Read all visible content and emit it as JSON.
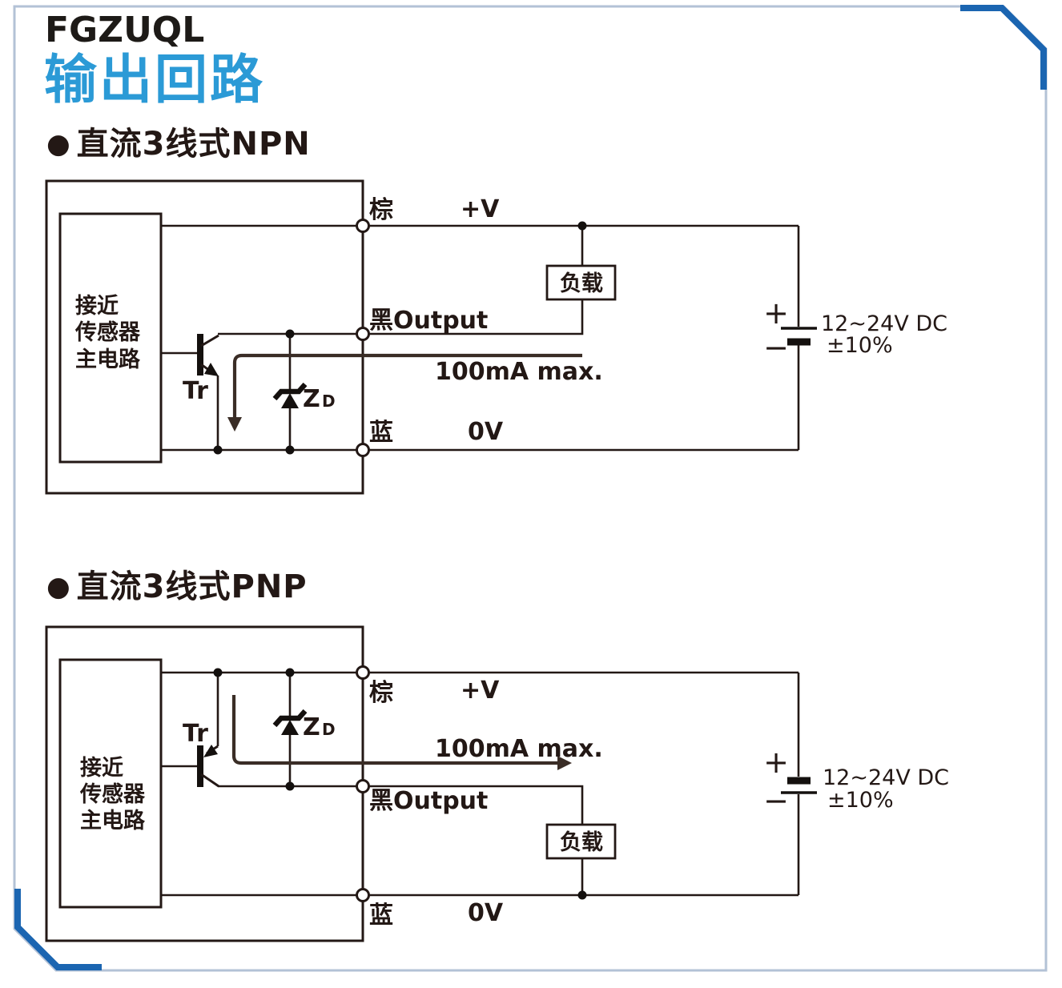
{
  "page": {
    "logo": "FGZUQL",
    "title": "输出回路"
  },
  "colors": {
    "title_blue": "#2b9ad6",
    "frame_light": "#b3c2d6",
    "frame_accent": "#1b65b1",
    "line_black": "#231815",
    "current_arrow": "#3a2d26"
  },
  "npn": {
    "bullet": "●",
    "heading": "直流3线式NPN",
    "sensor_lines": [
      "接近",
      "传感器",
      "主电路"
    ],
    "labels": {
      "transistor": "Tr",
      "zener_main": "Z",
      "zener_sub": "D",
      "wire_brown": "棕",
      "plus_v": "+V",
      "wire_black": "黑Output",
      "wire_blue": "蓝",
      "zero_v": "0V",
      "current_max": "100mA max.",
      "load": "负载",
      "battery_plus": "+",
      "battery_minus": "−",
      "supply_voltage": "12~24V DC",
      "supply_tolerance": "±10%"
    }
  },
  "pnp": {
    "bullet": "●",
    "heading": "直流3线式PNP",
    "sensor_lines": [
      "接近",
      "传感器",
      "主电路"
    ],
    "labels": {
      "transistor": "Tr",
      "zener_main": "Z",
      "zener_sub": "D",
      "wire_brown": "棕",
      "plus_v": "+V",
      "wire_black": "黑Output",
      "wire_blue": "蓝",
      "zero_v": "0V",
      "current_max": "100mA max.",
      "load": "负载",
      "battery_plus": "+",
      "battery_minus": "−",
      "supply_voltage": "12~24V DC",
      "supply_tolerance": "±10%"
    }
  }
}
